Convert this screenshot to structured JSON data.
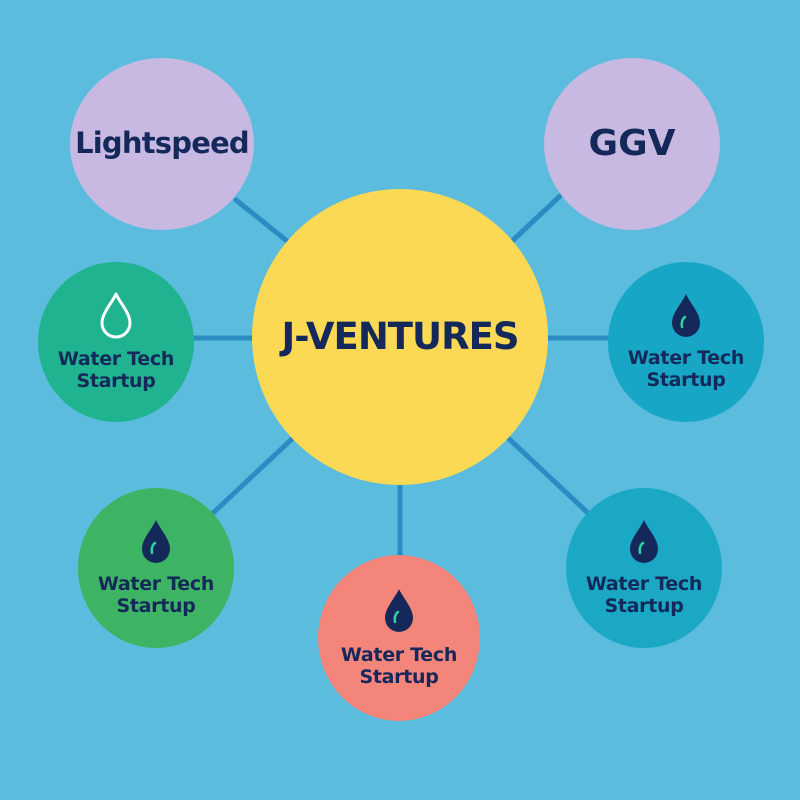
{
  "hub": {
    "label": "J-VENTURES",
    "color": "#fbd954"
  },
  "investors": [
    {
      "id": "lightspeed",
      "label": "Lightspeed",
      "color": "#c8b9e2"
    },
    {
      "id": "ggv",
      "label": "GGV",
      "color": "#c8b9e2"
    }
  ],
  "startups": [
    {
      "id": "left",
      "label_line1": "Water Tech",
      "label_line2": "Startup",
      "icon": "water-drop-outline-icon",
      "color": "#1fb38f"
    },
    {
      "id": "right",
      "label_line1": "Water Tech",
      "label_line2": "Startup",
      "icon": "water-drop-icon",
      "color": "#17a6c6"
    },
    {
      "id": "bottom-left",
      "label_line1": "Water Tech",
      "label_line2": "Startup",
      "icon": "water-drop-icon",
      "color": "#3cb464"
    },
    {
      "id": "bottom-right",
      "label_line1": "Water Tech",
      "label_line2": "Startup",
      "icon": "water-drop-icon",
      "color": "#1aa8c4"
    },
    {
      "id": "bottom",
      "label_line1": "Water Tech",
      "label_line2": "Startup",
      "icon": "water-drop-icon",
      "color": "#f4857a"
    }
  ],
  "colors": {
    "background": "#5bbcdd",
    "connector": "#2a8cc2",
    "text": "#14285a"
  }
}
